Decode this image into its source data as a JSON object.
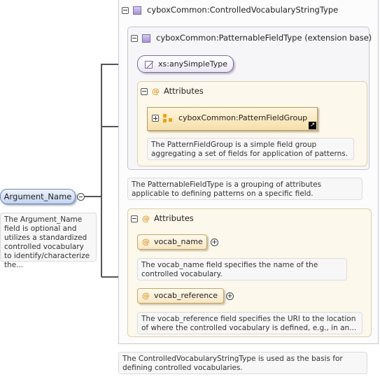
{
  "root_element": {
    "name": "Argument_Name",
    "doc": "The Argument_Name field is optional and utilizes a standardized controlled vocabulary to identify/characterize the..."
  },
  "complex_type": {
    "title": "cyboxCommon:ControlledVocabularyStringType",
    "doc": "The ControlledVocabularyStringType is used as the basis for defining controlled vocabularies."
  },
  "extension": {
    "title": "cyboxCommon:PatternableFieldType (extension base)",
    "base_type": "xs:anySimpleType",
    "attributes_label": "Attributes",
    "group": {
      "name": "cyboxCommon:PatternFieldGroup",
      "doc": "The PatternFieldGroup is a simple field group aggregating a set of fields for application of patterns."
    },
    "doc": "The PatternableFieldType is a grouping of attributes applicable to defining patterns on a specific field."
  },
  "attributes": {
    "label": "Attributes",
    "items": [
      {
        "name": "vocab_name",
        "doc": "The vocab_name field specifies the name of the controlled vocabulary."
      },
      {
        "name": "vocab_reference",
        "doc": "The vocab_reference field specifies the URI to the location of where the controlled vocabulary is defined, e.g., in an..."
      }
    ]
  },
  "icons": {
    "at": "@",
    "plus": "+",
    "ref_arrow": "↗"
  }
}
